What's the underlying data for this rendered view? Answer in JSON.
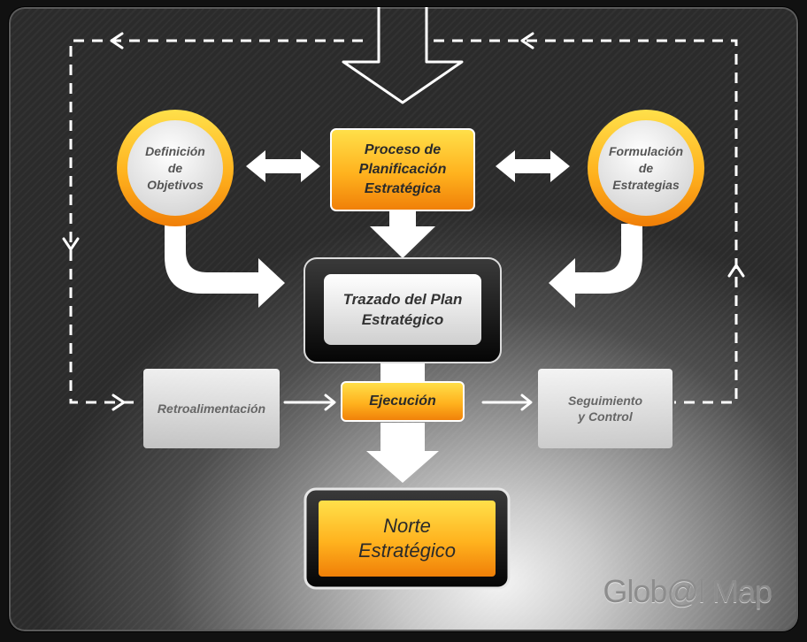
{
  "diagram": {
    "nodes": {
      "objetivos": "Definición\nde\nObjetivos",
      "proceso": "Proceso de\nPlanificación\nEstratégica",
      "estrategias": "Formulación\nde\nEstrategias",
      "trazado": "Trazado del Plan\nEstratégico",
      "retro": "Retroalimentación",
      "ejecucion": "Ejecución",
      "seguimiento": "Seguimiento\ny  Control",
      "norte": "Norte\nEstratégico"
    },
    "logo": "Glob@l Map"
  },
  "colors": {
    "orange_top": "#ffd23a",
    "orange_bottom": "#f08a0a",
    "white_arrow": "#ffffff",
    "panel_dark": "#2b2b2b",
    "panel_light": "#f0f0f0"
  }
}
